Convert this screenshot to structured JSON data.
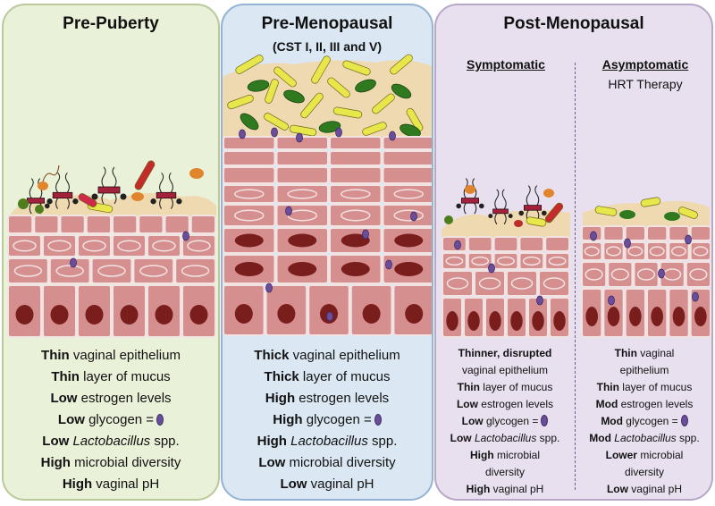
{
  "panels": {
    "pre_puberty": {
      "title": "Pre-Puberty",
      "lines": [
        {
          "b": "Thin",
          "t": " vaginal epithelium"
        },
        {
          "b": "Thin",
          "t": " layer of mucus"
        },
        {
          "b": "Low",
          "t": " estrogen levels"
        },
        {
          "b": "Low",
          "t": " glycogen ="
        },
        {
          "b": "Low",
          "i": " Lactobacillus",
          "t": " spp."
        },
        {
          "b": "High",
          "t": " microbial diversity"
        },
        {
          "b": "High",
          "t": " vaginal pH"
        }
      ]
    },
    "pre_menopausal": {
      "title": "Pre-Menopausal",
      "subtitle": "(CST I, II, III and V)",
      "lines": [
        {
          "b": "Thick",
          "t": " vaginal epithelium"
        },
        {
          "b": "Thick",
          "t": " layer of mucus"
        },
        {
          "b": "High",
          "t": " estrogen levels"
        },
        {
          "b": "High",
          "t": " glycogen ="
        },
        {
          "b": "High",
          "i": " Lactobacillus",
          "t": " spp."
        },
        {
          "b": "Low",
          "t": " microbial diversity"
        },
        {
          "b": "Low",
          "t": " vaginal pH"
        }
      ]
    },
    "post_menopausal": {
      "title": "Post-Menopausal",
      "symptomatic": {
        "label": "Symptomatic",
        "lines": [
          {
            "b": "Thinner, disrupted",
            "t": ""
          },
          {
            "b": "",
            "t": "vaginal epithelium"
          },
          {
            "b": "Thin",
            "t": " layer of mucus"
          },
          {
            "b": "Low",
            "t": " estrogen levels"
          },
          {
            "b": "Low",
            "t": " glycogen ="
          },
          {
            "b": "Low",
            "i": " Lactobacillus",
            "t": " spp."
          },
          {
            "b": "High",
            "t": " microbial"
          },
          {
            "b": "",
            "t": "diversity"
          },
          {
            "b": "High",
            "t": " vaginal pH"
          }
        ]
      },
      "asymptomatic": {
        "label": "Asymptomatic",
        "note": "HRT Therapy",
        "lines": [
          {
            "b": "Thin",
            "t": " vaginal"
          },
          {
            "b": "",
            "t": "epithelium"
          },
          {
            "b": "Thin",
            "t": " layer of mucus"
          },
          {
            "b": "Mod",
            "t": " estrogen levels"
          },
          {
            "b": "Mod",
            "t": " glycogen ="
          },
          {
            "b": "Mod",
            "i": " Lactobacillus",
            "t": " spp."
          },
          {
            "b": "Lower",
            "t": " microbial"
          },
          {
            "b": "",
            "t": "diversity"
          },
          {
            "b": "Low",
            "t": " vaginal pH"
          }
        ]
      }
    }
  },
  "colors": {
    "cell": "#d68f8f",
    "cell_border": "#f2e3e3",
    "nucleus": "#7a1d1d",
    "mucus": "#efd9b0",
    "lactobacillus": "#e7e64a",
    "green_bacteria": "#2f7a1f",
    "glycogen": "#6a4e9a"
  }
}
